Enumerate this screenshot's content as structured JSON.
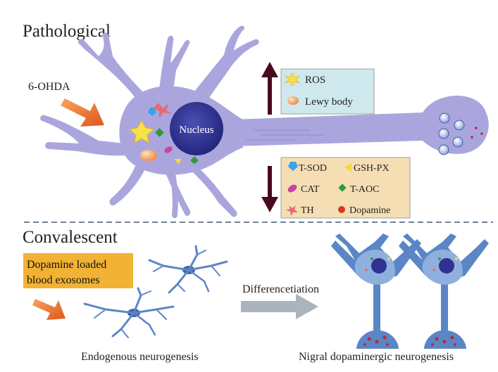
{
  "sections": {
    "top": "Pathological",
    "bottom": "Convalescent"
  },
  "treatment": {
    "agent": "6-OHDA"
  },
  "neuron": {
    "nucleus_label": "Nucleus"
  },
  "increased": {
    "items": [
      {
        "label": "ROS",
        "icon": "yellow-star-icon"
      },
      {
        "label": "Lewy body",
        "icon": "orange-oval-icon"
      }
    ]
  },
  "decreased": {
    "items": [
      {
        "label": "T-SOD",
        "icon": "blue-pentagon-icon"
      },
      {
        "label": "GSH-PX",
        "icon": "yellow-triangle-icon"
      },
      {
        "label": "CAT",
        "icon": "purple-ellipse-icon"
      },
      {
        "label": "T-AOC",
        "icon": "green-diamond-icon"
      },
      {
        "label": "TH",
        "icon": "pink-star-icon"
      },
      {
        "label": "Dopamine",
        "icon": "red-dot-icon"
      }
    ]
  },
  "convalescent": {
    "exosome_label_line1": "Dopamine loaded",
    "exosome_label_line2": "blood exosomes",
    "process_label": "Differencetiation",
    "left_caption": "Endogenous neurogenesis",
    "right_caption": "Nigral dopaminergic neurogenesis"
  },
  "colors": {
    "neuron_fill": "#aaa6dd",
    "nucleus": "#2f3291",
    "up_arrow": "#4a0a1e",
    "panel_top": "#cfe8ee",
    "panel_bottom": "#f5deb3",
    "exosome_box": "#f2b233",
    "orange_arrow": "#f0782a",
    "blue_neuron": "#5b86c6",
    "gray_arrow": "#a9b4bf"
  }
}
